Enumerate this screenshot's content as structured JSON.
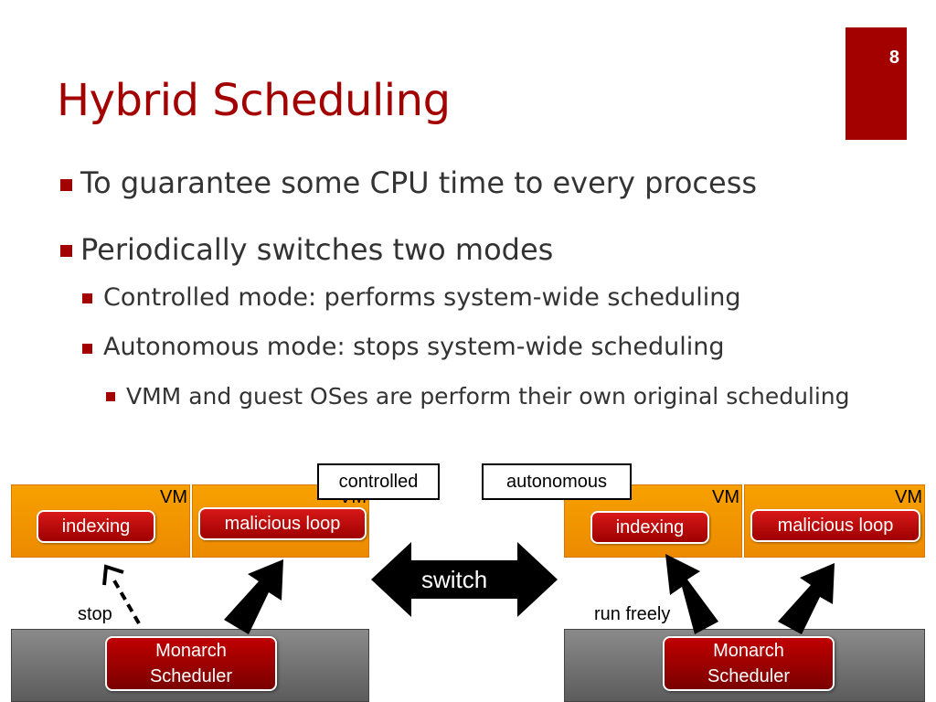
{
  "slide": {
    "page_number": "8",
    "title": "Hybrid Scheduling",
    "accent_color": "#a30000"
  },
  "bullets": {
    "b1": "To guarantee some CPU time to every process",
    "b2": "Periodically switches two modes",
    "b2_1": "Controlled mode: performs system-wide scheduling",
    "b2_2": "Autonomous mode: stops system-wide scheduling",
    "b2_2_1": "VMM and guest OSes are perform their own original scheduling"
  },
  "diagram": {
    "vm_label": "VM",
    "proc_indexing": "indexing",
    "proc_malicious": "malicious loop",
    "scheduler_line1": "Monarch",
    "scheduler_line2": "Scheduler",
    "mode_controlled": "controlled",
    "mode_autonomous": "autonomous",
    "switch_label": "switch",
    "caption_stop": "stop",
    "caption_run": "run freely",
    "colors": {
      "vm_orange": "#f39200",
      "process_red": "#c00000",
      "host_gray": "#6e6e6e",
      "arrow_black": "#000000"
    }
  }
}
